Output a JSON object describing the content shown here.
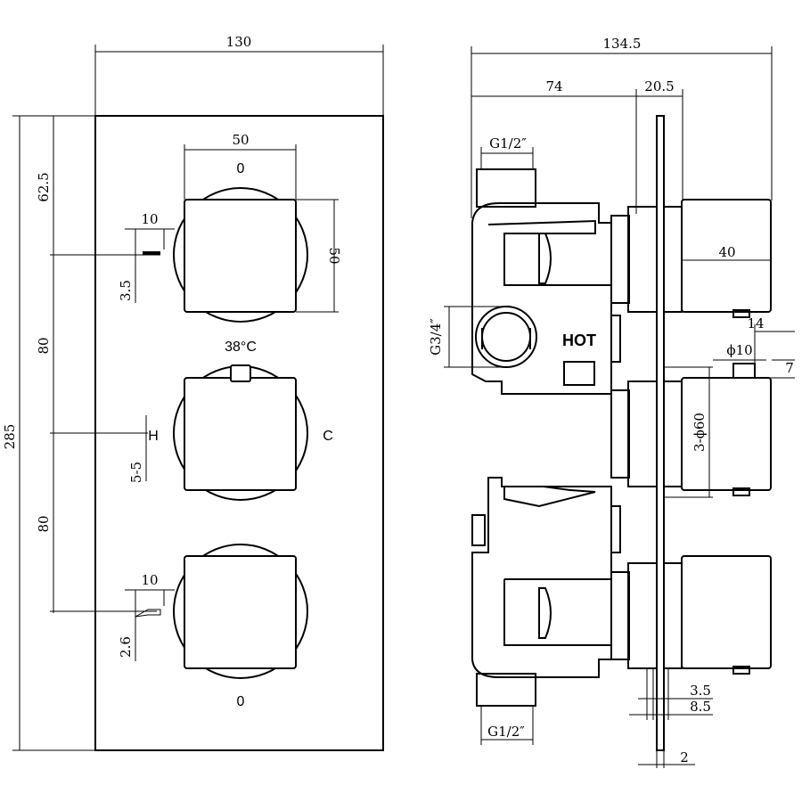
{
  "front": {
    "width": "130",
    "height": "285",
    "top_offset": "62.5",
    "spacing_1": "80",
    "spacing_2": "80",
    "knob_width": "50",
    "knob_height": "50",
    "top_outlet_dim": "10",
    "top_outlet_gap": "3.5",
    "mid_outlet_gap": "5-5",
    "bot_outlet_dim": "10",
    "bot_outlet_gap": "2.6",
    "top_knob_label": "0",
    "top_knob_label_bottom": "0",
    "temp_label": "38°C",
    "hot_label": "H",
    "cold_label": "C",
    "bot_knob_label": "0"
  },
  "side": {
    "total_depth": "134.5",
    "body_depth": "74",
    "plate_offset": "20.5",
    "top_inlet": "G1/2″",
    "bottom_inlet": "G1/2″",
    "side_inlet": "G3/4″",
    "hot_label": "HOT",
    "knob_depth": "40",
    "spindle_len": "14",
    "spindle_dia": "ϕ10",
    "spindle_offset": "7",
    "knob_dia": "3-ϕ60",
    "washer_1": "3.5",
    "washer_2": "8.5",
    "plate_thickness": "2"
  }
}
